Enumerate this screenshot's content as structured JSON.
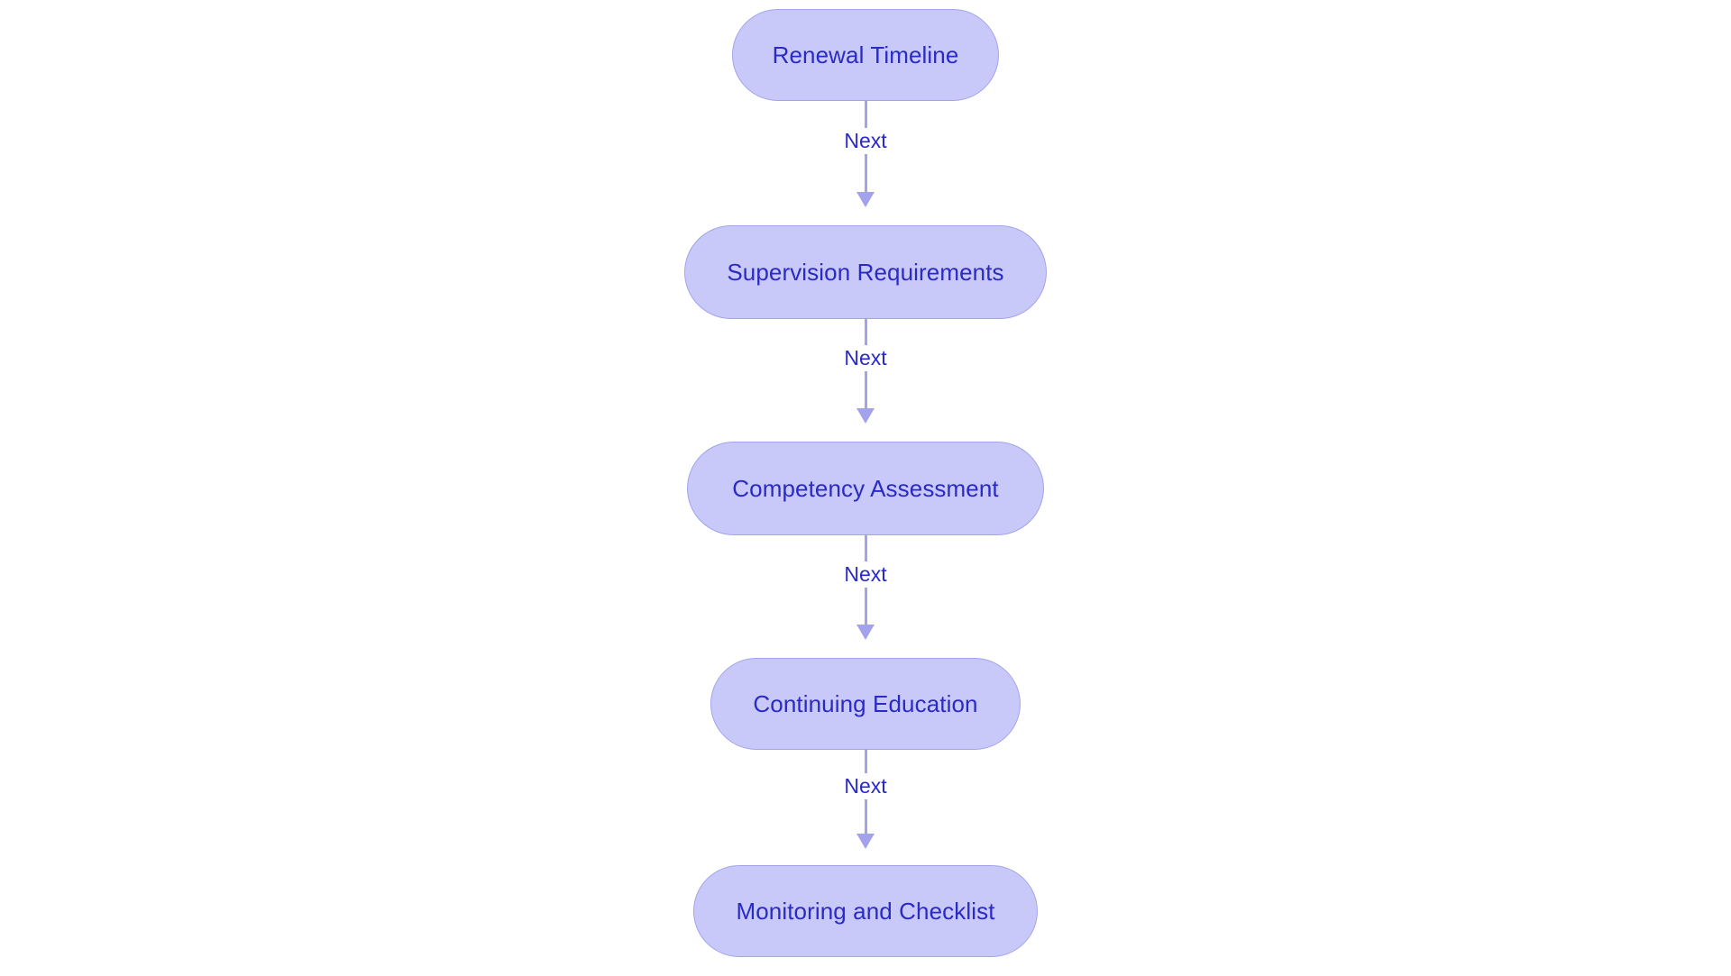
{
  "diagram": {
    "type": "flowchart",
    "orientation": "top-to-bottom",
    "background_color": "#ffffff",
    "node_fill_color": "#c9c9f9",
    "node_border_color": "#a3a3ed",
    "node_text_color": "#2a2ac4",
    "edge_color": "#a3a3ed",
    "edge_label_color": "#2a2ac4",
    "nodes": [
      {
        "id": "n1",
        "label": "Renewal Timeline"
      },
      {
        "id": "n2",
        "label": "Supervision Requirements"
      },
      {
        "id": "n3",
        "label": "Competency Assessment"
      },
      {
        "id": "n4",
        "label": "Continuing Education"
      },
      {
        "id": "n5",
        "label": "Monitoring and Checklist"
      }
    ],
    "edges": [
      {
        "from": "n1",
        "to": "n2",
        "label": "Next"
      },
      {
        "from": "n2",
        "to": "n3",
        "label": "Next"
      },
      {
        "from": "n3",
        "to": "n4",
        "label": "Next"
      },
      {
        "from": "n4",
        "to": "n5",
        "label": "Next"
      }
    ]
  }
}
